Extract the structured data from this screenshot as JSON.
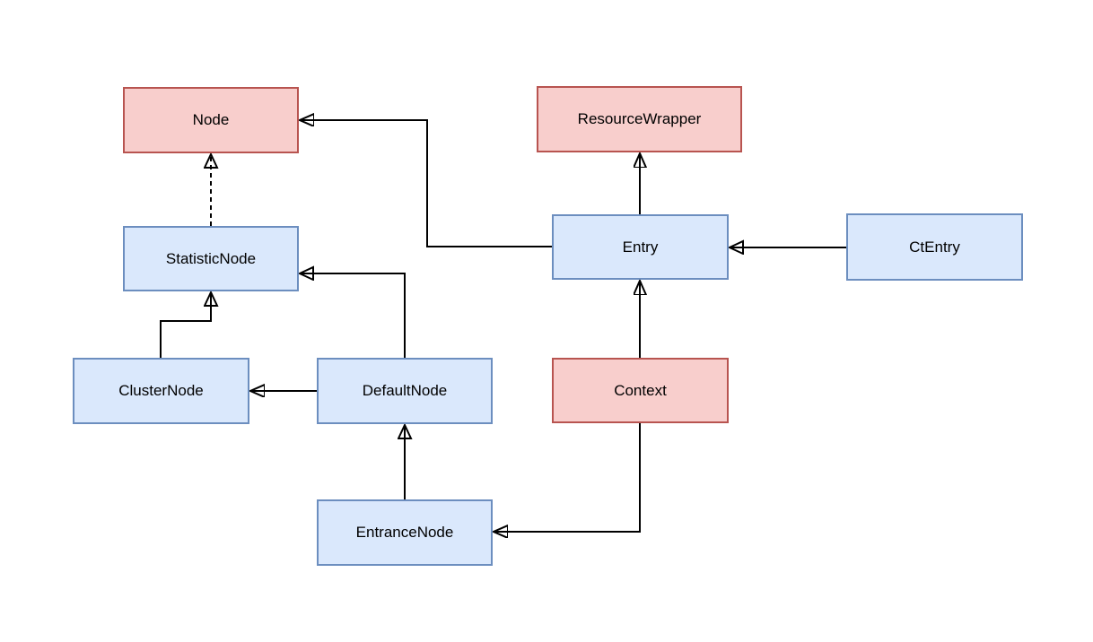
{
  "diagram": {
    "type": "uml-class-diagram",
    "background": "#ffffff",
    "colors": {
      "bg": "#ffffff",
      "red_fill": "#f8cecc",
      "red_border": "#b85450",
      "blue_fill": "#dae8fc",
      "blue_border": "#6c8ebf",
      "edge_color": "#000000",
      "text_color": "#000000"
    },
    "nodes": [
      {
        "id": "node",
        "label": "Node",
        "palette": "red"
      },
      {
        "id": "resource-wrapper",
        "label": "ResourceWrapper",
        "palette": "red"
      },
      {
        "id": "statistic-node",
        "label": "StatisticNode",
        "palette": "blue"
      },
      {
        "id": "entry",
        "label": "Entry",
        "palette": "blue"
      },
      {
        "id": "ct-entry",
        "label": "CtEntry",
        "palette": "blue"
      },
      {
        "id": "cluster-node",
        "label": "ClusterNode",
        "palette": "blue"
      },
      {
        "id": "default-node",
        "label": "DefaultNode",
        "palette": "blue"
      },
      {
        "id": "context",
        "label": "Context",
        "palette": "red"
      },
      {
        "id": "entrance-node",
        "label": "EntranceNode",
        "palette": "blue"
      }
    ],
    "edges": [
      {
        "from": "StatisticNode",
        "to": "Node",
        "line": "dashed",
        "arrowhead": "hollow-triangle"
      },
      {
        "from": "ClusterNode",
        "to": "StatisticNode",
        "line": "solid",
        "arrowhead": "hollow-triangle"
      },
      {
        "from": "DefaultNode",
        "to": "StatisticNode",
        "line": "solid",
        "arrowhead": "hollow-triangle"
      },
      {
        "from": "EntranceNode",
        "to": "DefaultNode",
        "line": "solid",
        "arrowhead": "hollow-triangle"
      },
      {
        "from": "DefaultNode",
        "to": "ClusterNode",
        "line": "solid",
        "arrowhead": "filled-arrow"
      },
      {
        "from": "Entry",
        "to": "Node",
        "line": "solid",
        "arrowhead": "filled-arrow"
      },
      {
        "from": "Entry",
        "to": "ResourceWrapper",
        "line": "solid",
        "arrowhead": "filled-arrow"
      },
      {
        "from": "CtEntry",
        "to": "Entry",
        "line": "solid",
        "arrowhead": "hollow-triangle"
      },
      {
        "from": "Context",
        "to": "Entry",
        "line": "solid",
        "arrowhead": "filled-arrow"
      },
      {
        "from": "Context",
        "to": "EntranceNode",
        "line": "solid",
        "arrowhead": "filled-arrow"
      }
    ]
  }
}
